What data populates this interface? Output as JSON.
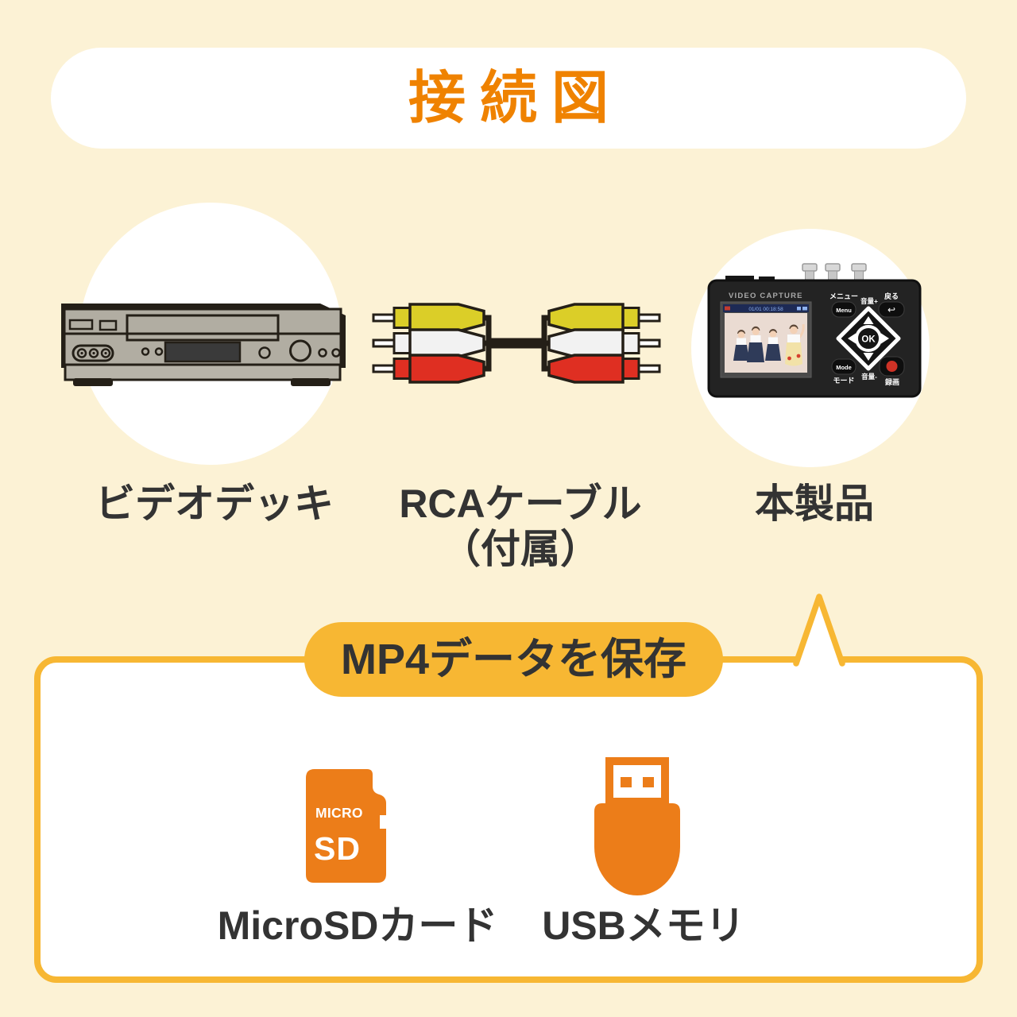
{
  "title": {
    "text": "接続図"
  },
  "flow": {
    "vcr_label": "ビデオデッキ",
    "cable_label_line1": "RCAケーブル",
    "cable_label_line2": "（付属）",
    "device_label": "本製品"
  },
  "device": {
    "brand": "VIDEO CAPTURE",
    "osd_time": "01/01 00:18:58",
    "btn_menu_jp": "メニュー",
    "btn_menu_en": "Menu",
    "btn_back_jp": "戻る",
    "btn_back_icon": "↩",
    "vol_plus": "音量+",
    "vol_minus": "音量-",
    "btn_ok": "OK",
    "btn_mode_en": "Mode",
    "btn_mode_jp": "モード",
    "btn_record_jp": "録画"
  },
  "save": {
    "banner": "MP4データを保存",
    "microsd": {
      "icon_text_top": "MICRO",
      "icon_text_bottom": "SD",
      "label": "MicroSDカード"
    },
    "usb": {
      "label": "USBメモリ"
    }
  },
  "colors": {
    "background": "#FCF2D5",
    "accent_orange": "#EF8200",
    "accent_yellow": "#F7B733",
    "icon_orange": "#EC7D19",
    "text_dark": "#333333",
    "rca_yellow": "#DBCE28",
    "rca_white": "#F2F2F2",
    "rca_red": "#DF2F22"
  }
}
